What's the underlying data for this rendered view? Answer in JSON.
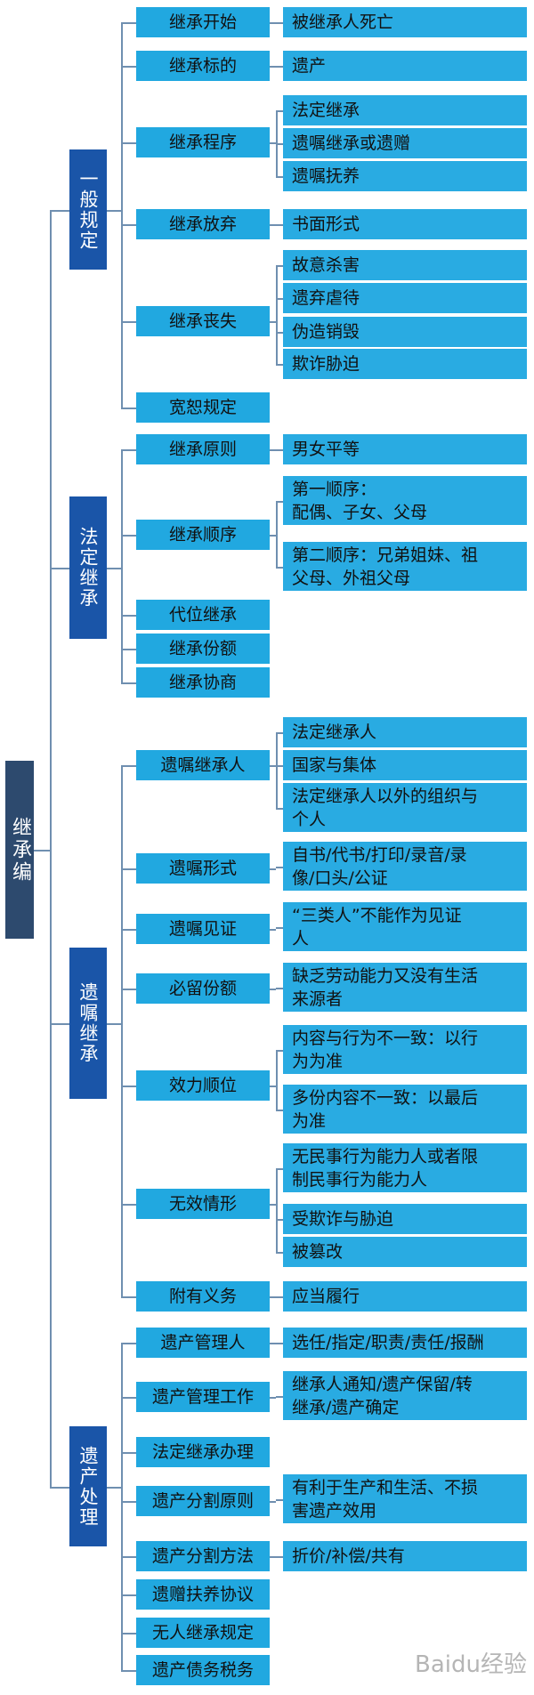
{
  "root": {
    "label": "继承编"
  },
  "watermark": {
    "text": "Baidu经验"
  },
  "colors": {
    "root": "#2d4a6e",
    "category": "#1a55a8",
    "topic": "#21a8e0",
    "leaf": "#29abe2",
    "connector": "#6f8fb0"
  },
  "categories": [
    {
      "label": "一般规定",
      "topics": [
        {
          "label": "继承开始",
          "leaves": [
            "被继承人死亡"
          ]
        },
        {
          "label": "继承标的",
          "leaves": [
            "遗产"
          ]
        },
        {
          "label": "继承程序",
          "leaves": [
            "法定继承",
            "遗嘱继承或遗赠",
            "遗嘱抚养"
          ]
        },
        {
          "label": "继承放弃",
          "leaves": [
            "书面形式"
          ]
        },
        {
          "label": "继承丧失",
          "leaves": [
            "故意杀害",
            "遗弃虐待",
            "伪造销毁",
            "欺诈胁迫"
          ]
        },
        {
          "label": "宽恕规定",
          "leaves": []
        }
      ]
    },
    {
      "label": "法定继承",
      "topics": [
        {
          "label": "继承原则",
          "leaves": [
            "男女平等"
          ]
        },
        {
          "label": "继承顺序",
          "leaves": [
            "第一顺序：\n配偶、子女、父母",
            "第二顺序：兄弟姐妹、祖\n父母、外祖父母"
          ]
        },
        {
          "label": "代位继承",
          "leaves": []
        },
        {
          "label": "继承份额",
          "leaves": []
        },
        {
          "label": "继承协商",
          "leaves": []
        }
      ]
    },
    {
      "label": "遗嘱继承",
      "topics": [
        {
          "label": "遗嘱继承人",
          "leaves": [
            "法定继承人",
            "国家与集体",
            "法定继承人以外的组织与\n个人"
          ]
        },
        {
          "label": "遗嘱形式",
          "leaves": [
            "自书/代书/打印/录音/录\n像/口头/公证"
          ]
        },
        {
          "label": "遗嘱见证",
          "leaves": [
            "“三类人”不能作为见证\n人"
          ]
        },
        {
          "label": "必留份额",
          "leaves": [
            "缺乏劳动能力又没有生活\n来源者"
          ]
        },
        {
          "label": "效力顺位",
          "leaves": [
            "内容与行为不一致：以行\n为为准",
            "多份内容不一致：以最后\n为准"
          ]
        },
        {
          "label": "无效情形",
          "leaves": [
            "无民事行为能力人或者限\n制民事行为能力人",
            "受欺诈与胁迫",
            "被篡改"
          ]
        },
        {
          "label": "附有义务",
          "leaves": [
            "应当履行"
          ]
        }
      ]
    },
    {
      "label": "遗产处理",
      "topics": [
        {
          "label": "遗产管理人",
          "leaves": [
            "选任/指定/职责/责任/报酬"
          ]
        },
        {
          "label": "遗产管理工作",
          "leaves": [
            "继承人通知/遗产保留/转\n继承/遗产确定"
          ]
        },
        {
          "label": "法定继承办理",
          "leaves": []
        },
        {
          "label": "遗产分割原则",
          "leaves": [
            "有利于生产和生活、不损\n害遗产效用"
          ]
        },
        {
          "label": "遗产分割方法",
          "leaves": [
            "折价/补偿/共有"
          ]
        },
        {
          "label": "遗赠扶养协议",
          "leaves": []
        },
        {
          "label": "无人继承规定",
          "leaves": []
        },
        {
          "label": "遗产债务税务",
          "leaves": []
        }
      ]
    }
  ]
}
